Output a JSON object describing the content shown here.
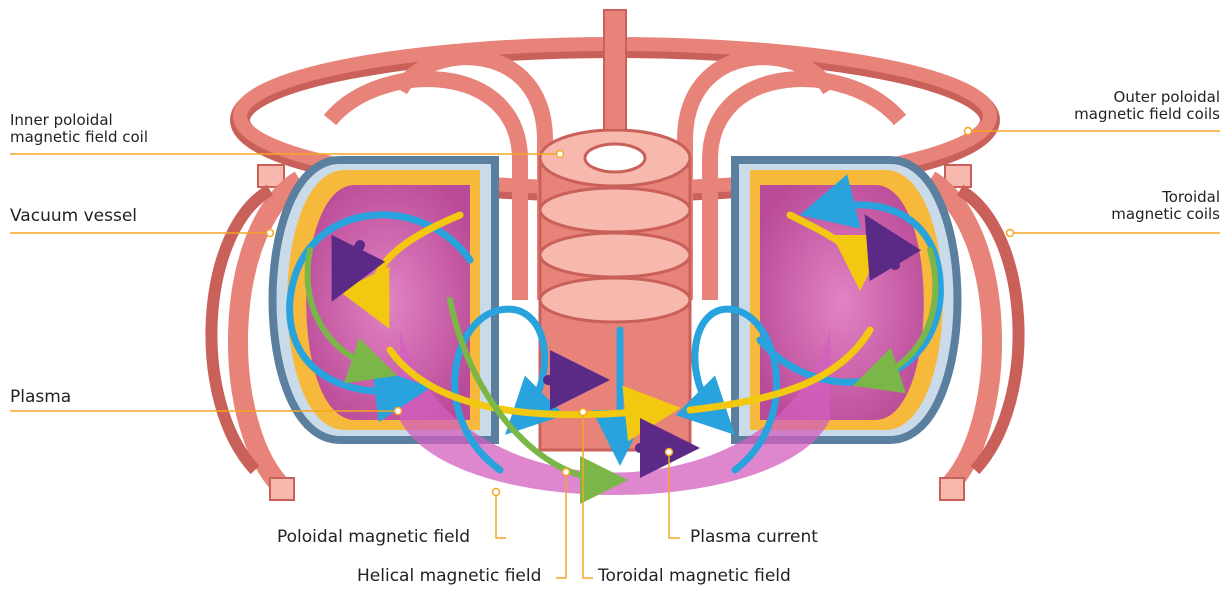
{
  "labels": {
    "inner_poloidal": [
      "Inner poloidal",
      "magnetic field coil"
    ],
    "vacuum_vessel": "Vacuum vessel",
    "plasma": "Plasma",
    "outer_poloidal": [
      "Outer poloidal",
      "magnetic field coils"
    ],
    "toroidal_coils": [
      "Toroidal",
      "magnetic coils"
    ],
    "poloidal_field": "Poloidal magnetic field",
    "plasma_current": "Plasma current",
    "helical_field": "Helical magnetic field",
    "toroidal_field": "Toroidal magnetic field"
  },
  "colors": {
    "leader": "#f5a623",
    "coil": "#e8837a",
    "coil_dark": "#c9605a",
    "coil_light": "#f7b8ad",
    "vessel": "#7fa3c4",
    "vessel_light": "#c9dbe8",
    "plasma": "#c24fb0",
    "plasma_light": "#e07fcf",
    "blanket": "#f6b93b",
    "poloidal_arrow": "#29a3dd",
    "toroidal_arrow": "#f2c811",
    "helical_arrow": "#7ab648",
    "current_arrow": "#5b2a86"
  }
}
